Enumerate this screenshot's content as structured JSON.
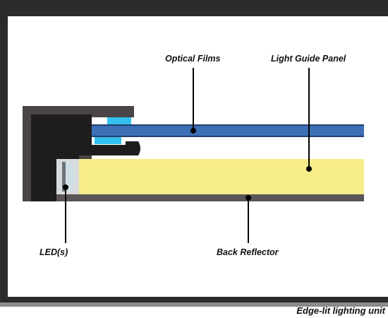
{
  "labels": {
    "optical_films": "Optical Films",
    "light_guide_panel": "Light Guide Panel",
    "leds": "LED(s)",
    "back_reflector": "Back Reflector"
  },
  "caption": "Edge-lit lighting unit",
  "colors": {
    "frame_border": "#2d2a2b",
    "background": "#ffffff",
    "housing": "#4a4446",
    "housing_inner": "#1e1c1d",
    "optical_film": "#3d6fb6",
    "optical_film_edge": "#233f6b",
    "light_guide_panel": "#f7ec8a",
    "back_reflector": "#5b5557",
    "led_lens": "#cfdfe6",
    "led_accent": "#32c1ef",
    "callout": "#000000"
  }
}
